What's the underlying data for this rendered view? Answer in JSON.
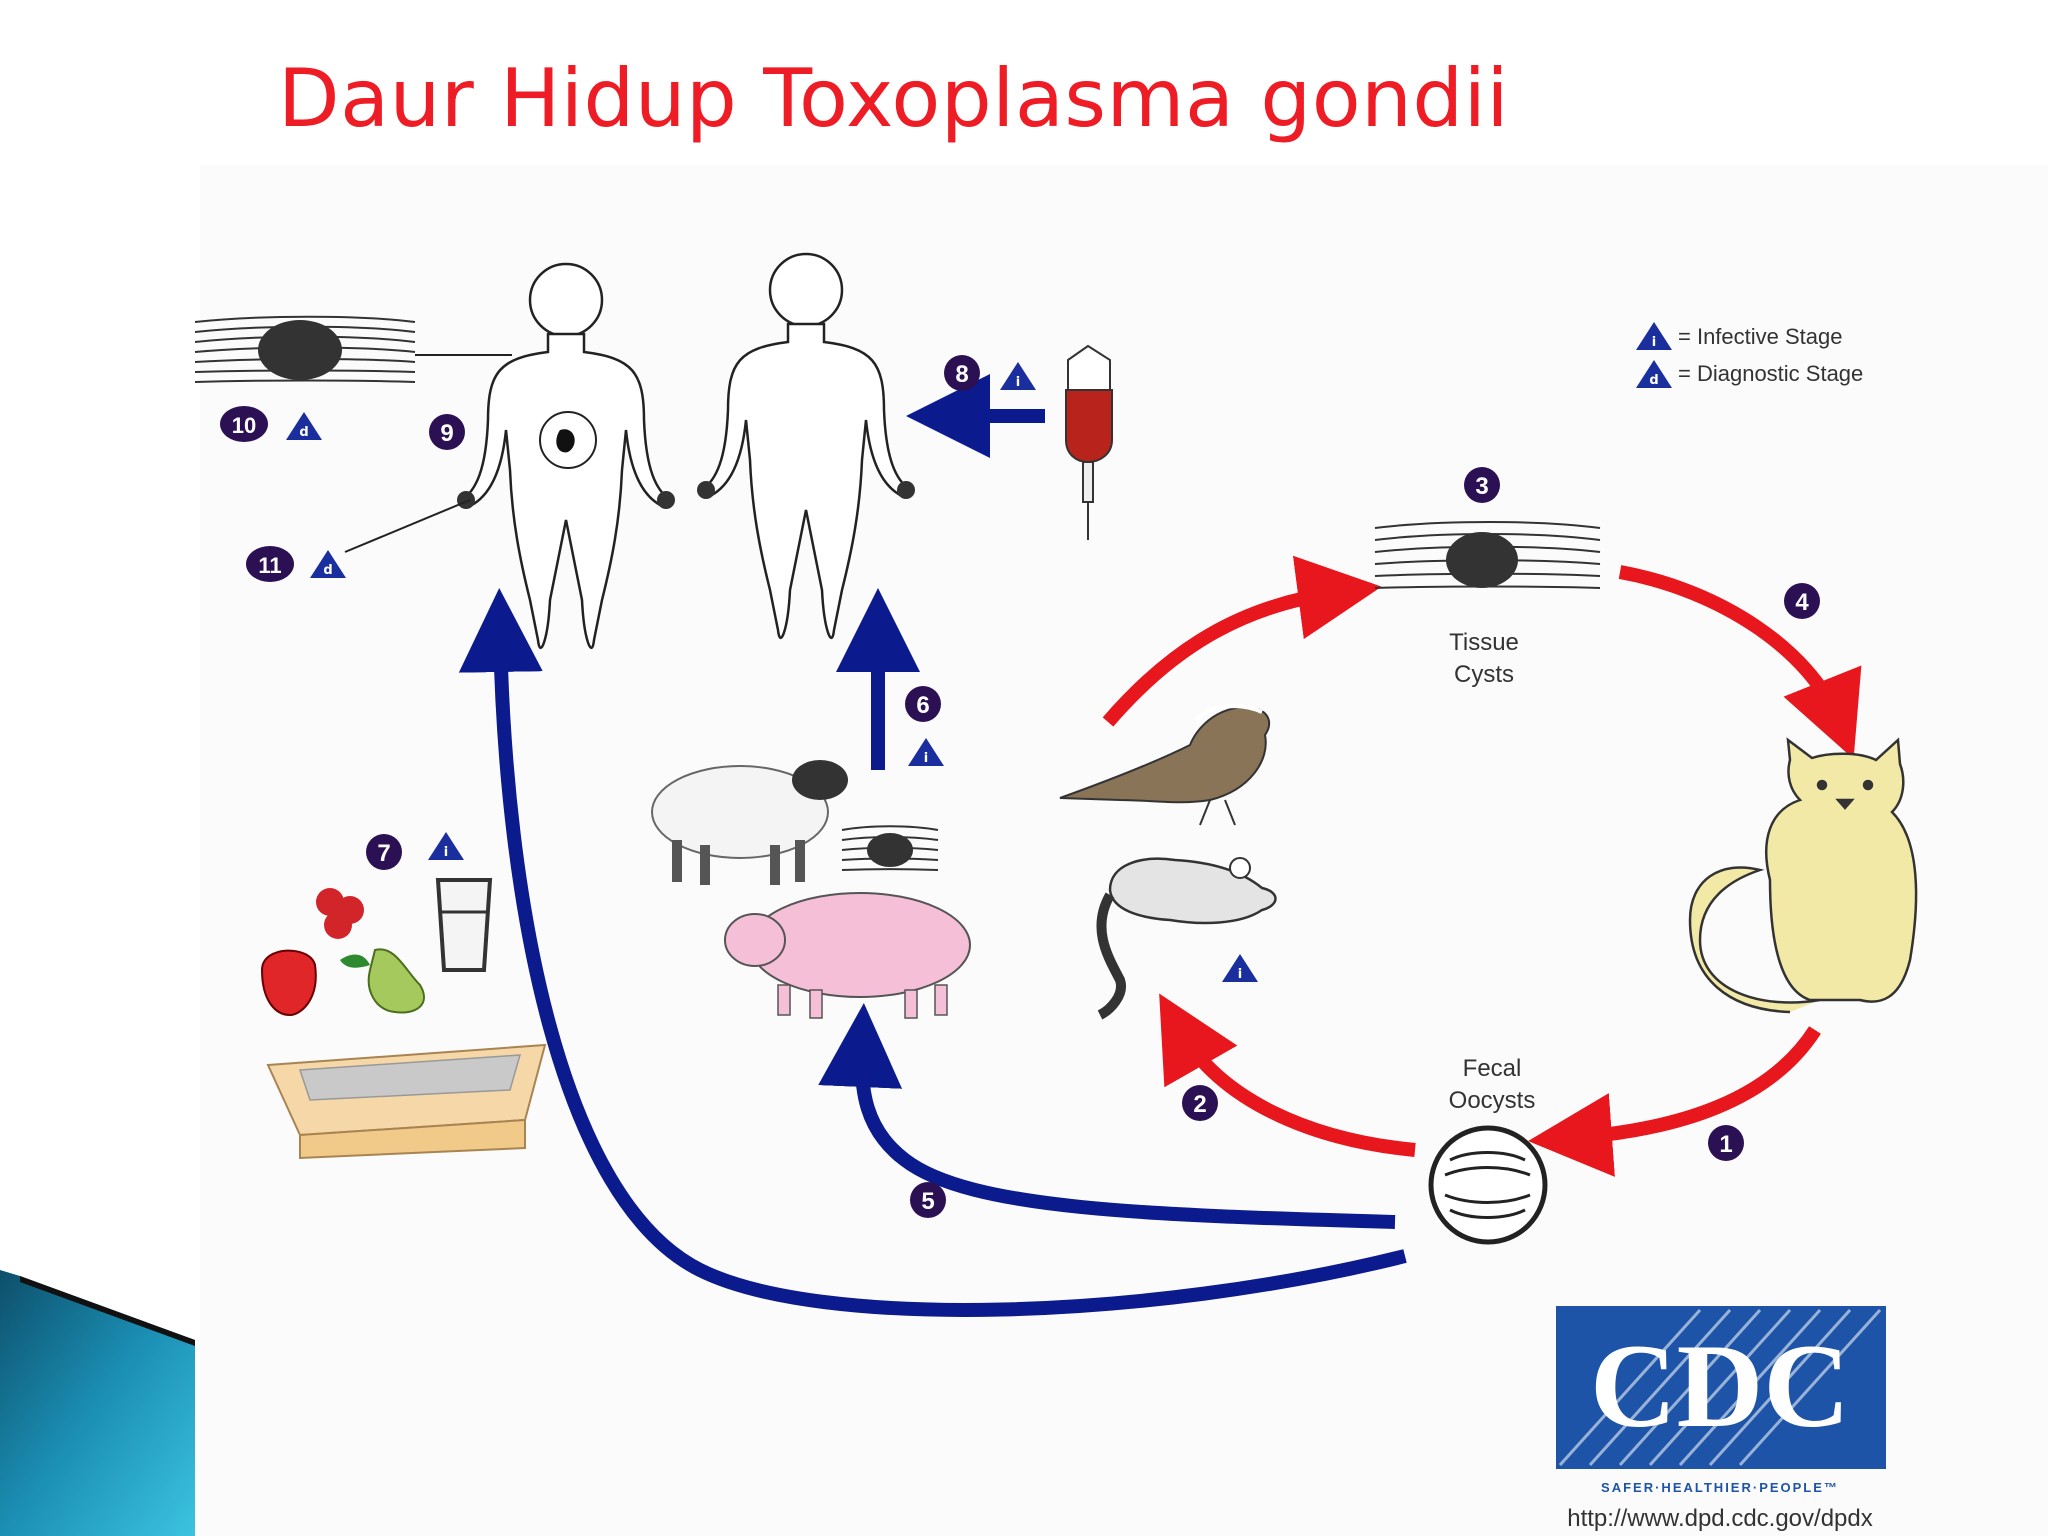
{
  "title": "Daur Hidup Toxoplasma gondii",
  "legend": {
    "infective": "= Infective Stage",
    "diagnostic": "= Diagnostic Stage",
    "infective_letter": "i",
    "diagnostic_letter": "d"
  },
  "labels": {
    "tissue_cysts": [
      "Tissue",
      "Cysts"
    ],
    "fecal_oocysts": [
      "Fecal",
      "Oocysts"
    ]
  },
  "steps": [
    "1",
    "2",
    "3",
    "4",
    "5",
    "6",
    "7",
    "8",
    "9",
    "10",
    "11"
  ],
  "logo": {
    "text": "CDC",
    "tagline": "SAFER·HEALTHIER·PEOPLE™",
    "url": "http://www.dpd.cdc.gov/dpdx"
  },
  "colors": {
    "title": "#ee1c25",
    "red_arrow": "#e8161d",
    "blue_arrow": "#0b1a8c",
    "badge": "#2b1053",
    "triangle": "#1a2e9e",
    "cdc_blue": "#1e54a8"
  }
}
